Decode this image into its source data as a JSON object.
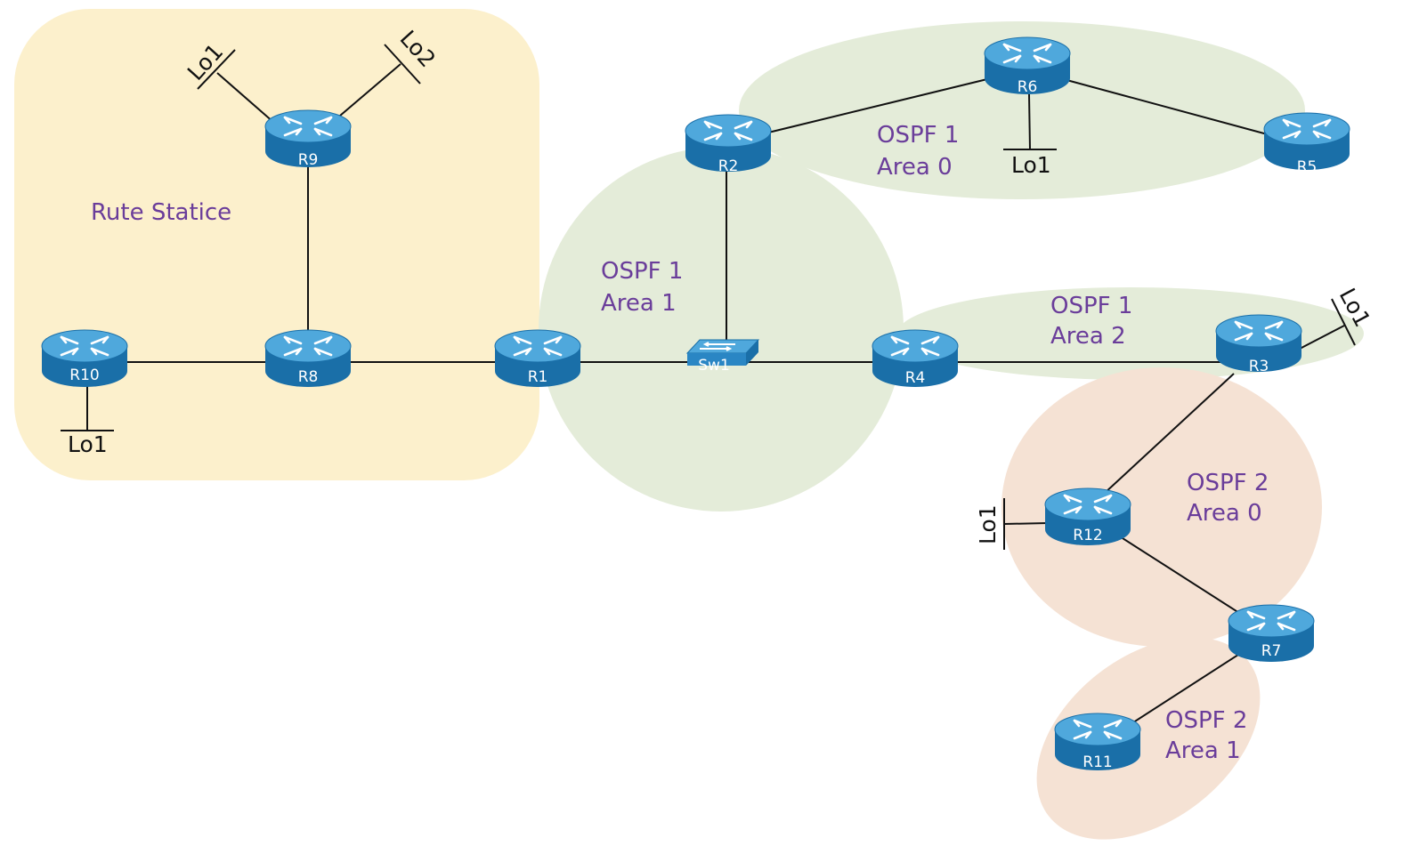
{
  "colors": {
    "static_zone": "#fcf0cc",
    "ospf1_zone": "#e4ecd9",
    "ospf2_zone": "#f5e2d4",
    "label_text": "#6a3d9a",
    "router_top": "#4fa8dc",
    "router_side": "#1a6fa8"
  },
  "zones": {
    "static": {
      "label_line1": "Rute Statice",
      "label_line2": ""
    },
    "ospf1_area1": {
      "label_line1": "OSPF 1",
      "label_line2": "Area 1"
    },
    "ospf1_area0": {
      "label_line1": "OSPF 1",
      "label_line2": "Area 0"
    },
    "ospf1_area2": {
      "label_line1": "OSPF 1",
      "label_line2": "Area 2"
    },
    "ospf2_area0": {
      "label_line1": "OSPF 2",
      "label_line2": "Area 0"
    },
    "ospf2_area1": {
      "label_line1": "OSPF 2",
      "label_line2": "Area 1"
    }
  },
  "devices": {
    "r1": {
      "label": "R1",
      "icon": "router-icon"
    },
    "r2": {
      "label": "R2",
      "icon": "router-icon"
    },
    "r3": {
      "label": "R3",
      "icon": "router-icon"
    },
    "r4": {
      "label": "R4",
      "icon": "router-icon"
    },
    "r5": {
      "label": "R5",
      "icon": "router-icon"
    },
    "r6": {
      "label": "R6",
      "icon": "router-icon"
    },
    "r7": {
      "label": "R7",
      "icon": "router-icon"
    },
    "r8": {
      "label": "R8",
      "icon": "router-icon"
    },
    "r9": {
      "label": "R9",
      "icon": "router-icon"
    },
    "r10": {
      "label": "R10",
      "icon": "router-icon"
    },
    "r11": {
      "label": "R11",
      "icon": "router-icon"
    },
    "r12": {
      "label": "R12",
      "icon": "router-icon"
    },
    "sw1": {
      "label": "Sw1",
      "icon": "switch-icon"
    }
  },
  "loopbacks": {
    "r9_lo1": "Lo1",
    "r9_lo2": "Lo2",
    "r10_lo1": "Lo1",
    "r6_lo1": "Lo1",
    "r3_lo1": "Lo1",
    "r12_lo1": "Lo1"
  }
}
